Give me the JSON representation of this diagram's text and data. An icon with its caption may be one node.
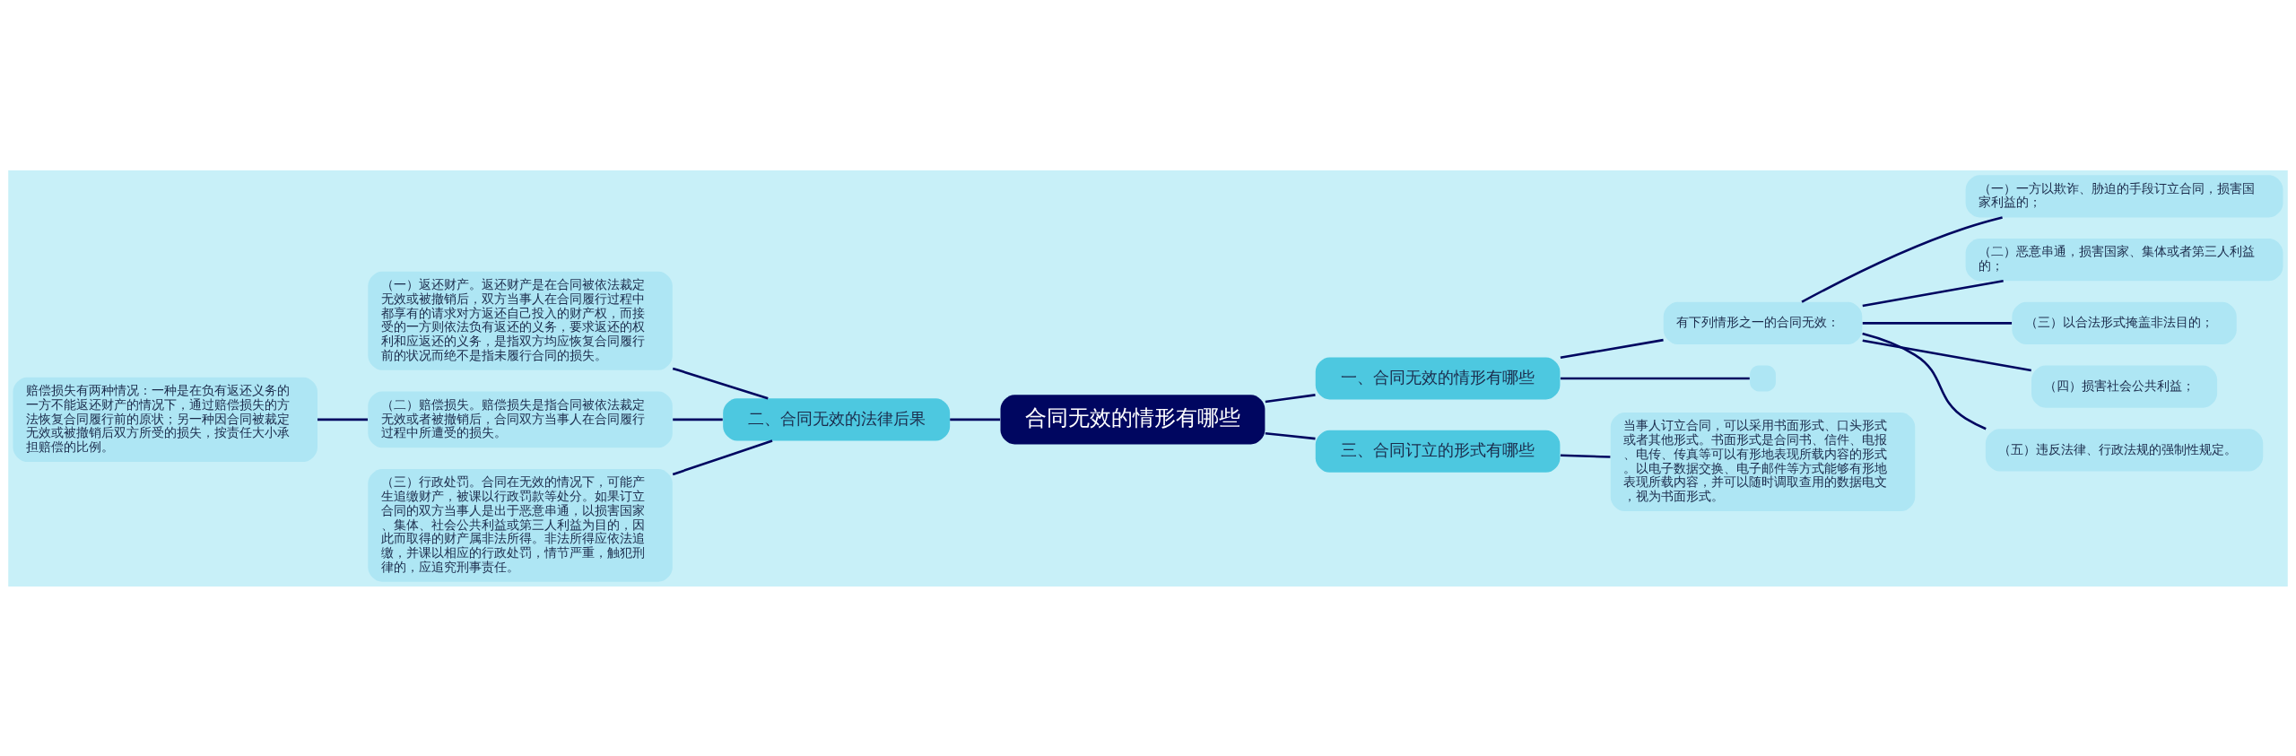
{
  "diagram": {
    "nodes": [
      {
        "text": [
          "合同无效的情形有哪些"
        ]
      },
      {
        "text": [
          "一、合同无效的情形有哪些"
        ]
      },
      {
        "text": [
          "有下列情形之一的合同无效："
        ]
      },
      {
        "text": [
          "（一）一方以欺诈、胁迫的手段订立合同，损害国家利益的；"
        ]
      },
      {
        "text": [
          "（二）恶意串通，损害国家、集体或者第三人利益的；"
        ]
      },
      {
        "text": [
          "（三）以合法形式掩盖非法目的；"
        ]
      },
      {
        "text": [
          "（四）损害社会公共利益；"
        ]
      },
      {
        "text": [
          "（五）违反法律、行政法规的强制性规定。"
        ]
      },
      {
        "text": [],
        "shape": "box"
      },
      {
        "text": [
          "二、合同无效的法律后果"
        ]
      },
      {
        "text": [
          "（一）返还财产。返还财产是在合同被依法裁定无效或被撤销后，双方当事人在合同履行过程中都享有的请求对方返还自己投入的财产权，而接受的一方则依法负有返还的义务，要求返还的权利和应返还的义务，是指双方均应恢复合同履行前的状况而绝不是指未履行合同的损失。"
        ]
      },
      {
        "text": [
          "（二）赔偿损失。赔偿损失是指合同被依法裁定无效或者被撤销后，合同双方当事人在合同履行过程中所遭受的损失。"
        ]
      },
      {
        "text": [
          "（三）行政处罚。合同在无效的情况下，可能产生追缴财产，被课以行政罚款等处分。如果订立合同的双方当事人是出于恶意串通，以损害国家、集体、社会公共利益或第三人利益为目的，因此而取得的财产属非法所得。非法所得应依法追缴，并课以相应的行政处罚，情节严重，触犯刑律的，应追究刑事责任。"
        ]
      },
      {
        "text": [
          "赔偿损失有两种情况：一种是在负有返还义务的一方不能返还财产的情况下，通过赔偿损失的方法恢复合同履行前的原状；另一种因合同被裁定无效或被撤销后双方所受的损失，按责任大小承担赔偿的比例。"
        ]
      },
      {
        "text": [
          "三、合同订立的形式有哪些"
        ]
      },
      {
        "text": [
          "当事人订立合同，可以采用书面形式、口头形式或者其他形式。书面形式是合同书、信件、电报、电传、传真等可以有形地表现所载内容的形式。以电子数据交换、电子邮件等方式能够有形地表现所载内容，并可以随时调取查用的数据电文，视为书面形式。"
        ]
      }
    ],
    "edges": [
      {
        "from": 0,
        "to": 1,
        "arrow": "none"
      },
      {
        "from": 1,
        "to": 2,
        "arrow": "none"
      },
      {
        "from": 2,
        "to": 3,
        "arrow": "none"
      },
      {
        "from": 2,
        "to": 4,
        "arrow": "none"
      },
      {
        "from": 2,
        "to": 5,
        "arrow": "none"
      },
      {
        "from": 2,
        "to": 6,
        "arrow": "none"
      },
      {
        "from": 2,
        "to": 7,
        "arrow": "none"
      },
      {
        "from": 1,
        "to": 8,
        "arrow": "none"
      },
      {
        "from": 0,
        "to": 9,
        "arrow": "none"
      },
      {
        "from": 9,
        "to": 10,
        "arrow": "none"
      },
      {
        "from": 9,
        "to": 11,
        "arrow": "none"
      },
      {
        "from": 9,
        "to": 12,
        "arrow": "none"
      },
      {
        "from": 11,
        "to": 13,
        "arrow": "none"
      },
      {
        "from": 0,
        "to": 14,
        "arrow": "none"
      },
      {
        "from": 14,
        "to": 15,
        "arrow": "none"
      }
    ]
  }
}
